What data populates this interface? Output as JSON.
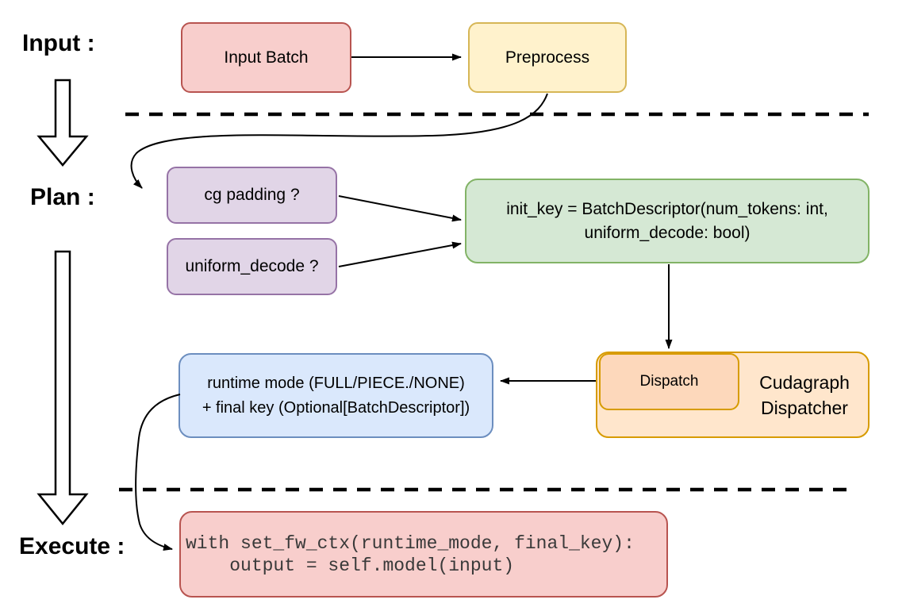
{
  "canvas": {
    "background": "#ffffff"
  },
  "labels": {
    "input": "Input :",
    "plan": "Plan :",
    "execute": "Execute :"
  },
  "nodes": {
    "input_batch": {
      "label": "Input Batch",
      "fill": "#f8cecc",
      "border": "#b85450"
    },
    "preprocess": {
      "label": "Preprocess",
      "fill": "#fff2cc",
      "border": "#d6b656"
    },
    "cg_padding": {
      "label": "cg padding ?",
      "fill": "#e1d5e7",
      "border": "#9673a6"
    },
    "uniform_decode": {
      "label": "uniform_decode ?",
      "fill": "#e1d5e7",
      "border": "#9673a6"
    },
    "init_key": {
      "line1": "init_key = BatchDescriptor(num_tokens: int,",
      "line2": "uniform_decode: bool)",
      "fill": "#d5e8d4",
      "border": "#82b366"
    },
    "dispatch": {
      "label": "Dispatch",
      "fill": "#fdd8bb",
      "border": "#d79b00"
    },
    "cudagraph_dispatcher": {
      "line1": "Cudagraph",
      "line2": "Dispatcher",
      "fill": "#ffe6cc",
      "border": "#d79b00"
    },
    "runtime_final": {
      "line1": "runtime mode (FULL/PIECE./NONE)",
      "line2": "+ final key (Optional[BatchDescriptor])",
      "fill": "#dae8fc",
      "border": "#6c8ebf"
    },
    "execute_code": {
      "line1": "with set_fw_ctx(runtime_mode, final_key):",
      "line2": "    output = self.model(input)",
      "fill": "#f8cecc",
      "border": "#b85450"
    }
  },
  "edges": [
    {
      "from": "input_batch",
      "to": "preprocess"
    },
    {
      "from": "preprocess",
      "to": "cg_padding"
    },
    {
      "from": "cg_padding",
      "to": "init_key"
    },
    {
      "from": "uniform_decode",
      "to": "init_key"
    },
    {
      "from": "init_key",
      "to": "dispatch"
    },
    {
      "from": "dispatch",
      "to": "runtime_final"
    },
    {
      "from": "runtime_final",
      "to": "execute_code"
    }
  ],
  "separators": [
    {
      "after": "input",
      "style": "dashed"
    },
    {
      "after": "plan",
      "style": "dashed"
    }
  ]
}
